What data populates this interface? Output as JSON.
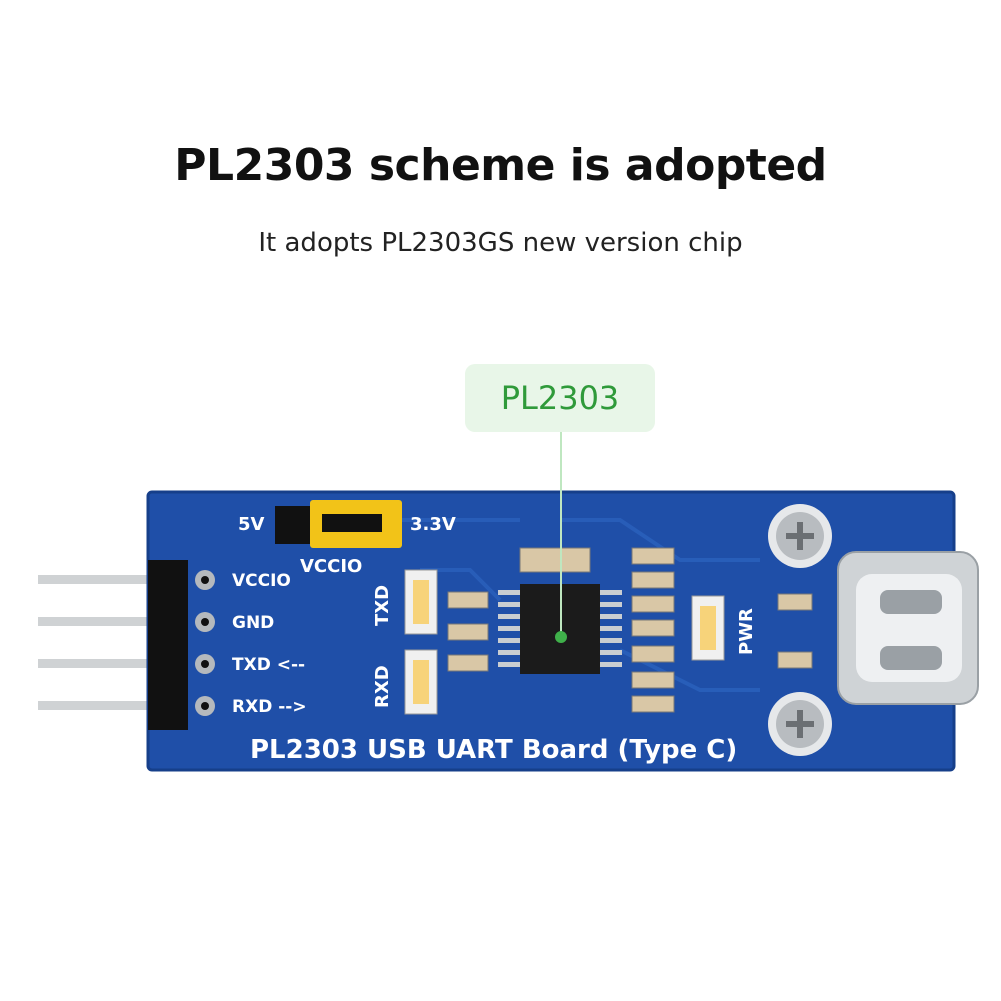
{
  "heading": {
    "title": "PL2303 scheme is adopted",
    "subtitle": "It adopts PL2303GS new version chip"
  },
  "callout": {
    "label": "PL2303"
  },
  "board": {
    "name": "PL2303 USB UART Board (Type C)",
    "jumper": {
      "left_label": "5V",
      "right_label": "3.3V",
      "below_label": "VCCIO"
    },
    "pins": [
      {
        "label": "VCCIO"
      },
      {
        "label": "GND"
      },
      {
        "label": "TXD <--"
      },
      {
        "label": "RXD -->"
      }
    ],
    "leds": {
      "txd": "TXD",
      "rxd": "RXD",
      "pwr": "PWR"
    },
    "colors": {
      "pcb": "#1f4fa8",
      "pcb_edge": "#163f8a",
      "header": "#111111",
      "jumper": "#f2c318",
      "chip": "#1b1b1b",
      "callout_text": "#2f9a3a",
      "callout_bg": "#e8f6e8"
    }
  }
}
